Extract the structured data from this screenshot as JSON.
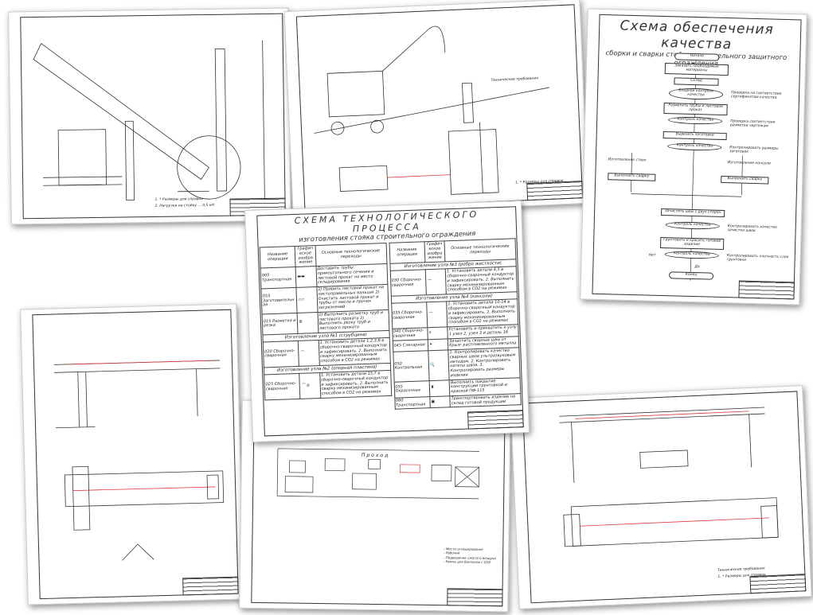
{
  "sheets": {
    "top_left": {
      "notes": [
        "1. * Размеры для справок",
        "2. Нагрузки на стойку ... 0,5 кН"
      ]
    },
    "top_middle": {
      "tech_req_title": "Технические требования",
      "notes": [
        "1. * Размеры для справок"
      ]
    },
    "quality": {
      "title": "Схема обеспечения качества",
      "subtitle": "сборки и сварки стойки строительного защитного ограждения",
      "nodes": {
        "start": "Начало",
        "order": "Заказать необходимые материалы",
        "store": "Склад",
        "incoming": "Входной контроль качества",
        "cert": "Проверка на соответствие сертификатам качества",
        "mark": "Разметить трубы и листовой прокат",
        "qc": "Контроль качества",
        "mark_check": "Проверка соответствия разметки чертежам",
        "cut": "Вырезать заготовки",
        "cut_check": "Контролировать размеры заготовок",
        "stands": "Изготовление стоек",
        "console": "Изготовление консоли",
        "weld": "Выполнить сварку",
        "clean": "Зачистить швы с двух сторон",
        "clean_check": "Контролировать качество зачистки швов",
        "paint": "Грунтовать и красить готовое изделие",
        "paint_check": "Контролировать плотность слоя грунтовки",
        "end": "Конец",
        "no": "Нет",
        "yes": "Да"
      }
    },
    "process": {
      "title": "СХЕМА ТЕХНОЛОГИЧЕСКОГО ПРОЦЕССА",
      "subtitle": "изготовления стояка строительного ограждения",
      "headers": [
        "Название операции",
        "Графическое изображение",
        "Основные технологические переходы"
      ],
      "left": [
        {
          "code": "005",
          "name": "Транспортная",
          "text": "Доставить трубы прямоугольного сечения и листовой прокат на место складирования"
        },
        {
          "code": "010",
          "name": "Заготовительная",
          "text": "1) Править листовой прокат на листоправильных вальцах 2) Очистить листовой прокат и трубы от масла и прочих загрязнений"
        },
        {
          "code": "015",
          "name": "Разметка и резка",
          "text": "1) Выполнить разметку труб и листового проката 2) Выполнить резку труб и листового проката"
        },
        {
          "section": "Изготовление узла №1 (струбцина)"
        },
        {
          "code": "020",
          "name": "Сборочно-сварочная",
          "text": "1. Установить детали 1,2,3,8 в сборочно-сварочный кондуктор и зафиксировать. 2. Выполнить сварку механизированным способом в CO2 на режимах"
        },
        {
          "section": "Изготовление узла №2 (опорная пластина)"
        },
        {
          "code": "025",
          "name": "Сборочно-сварочная",
          "text": "1. Установить детали 15,7 в сборочно-сварочный кондуктор и зафиксировать. 2. Выполнить сварку механизированным способом в CO2 на режимах"
        }
      ],
      "right": [
        {
          "section": "Изготовление узла №3 (ребро жесткости)"
        },
        {
          "code": "030",
          "name": "Сборочно-сварочная",
          "text": "1. Установить детали 4,5 в сборочно-сварочный кондуктор и зафиксировать. 2. Выполнить сварку механизированным способом в CO2 на режимах"
        },
        {
          "section": "Изготовление узла №4 (консоли)"
        },
        {
          "code": "035",
          "name": "Сборочно-сварочная",
          "text": "1. Установить детали 10-14 в сборочно-сварочный кондуктор и зафиксировать. 2. Выполнить сварку механизированным способом в CO2 на режимах"
        },
        {
          "code": "040",
          "name": "Сборочно-сварочная",
          "text": "Установить и прихватить к узлу 1 узел 2, узел 3 и деталь 16"
        },
        {
          "code": "045",
          "name": "Слесарная",
          "text": "Зачистить сварные швы от брызг расплавленного металла"
        },
        {
          "code": "050",
          "name": "Контрольная",
          "text": "1. Контролировать качество сварных швов ультразвуковым методом. 2. Контролировать катеты швов. 3. Контролировать размеры изделия"
        },
        {
          "code": "055",
          "name": "Окрасочная",
          "text": "Выполнить покрытие конструкции грунтовкой и краской ПФ-115"
        },
        {
          "code": "060",
          "name": "Транспортная",
          "text": "Транспортировать изделие на склад готовой продукции"
        }
      ]
    },
    "layout_plan": {
      "aisle": "Проход",
      "legend": [
        "- Место складирования",
        "- Рабочий",
        "- Подведение сжатого воздуха",
        "- Рампа для баллонов с CO2"
      ]
    },
    "bottom_right": {
      "notes": [
        "Технические требования",
        "1. * Размеры для справок"
      ]
    }
  },
  "colors": {
    "accent": "#d33"
  }
}
